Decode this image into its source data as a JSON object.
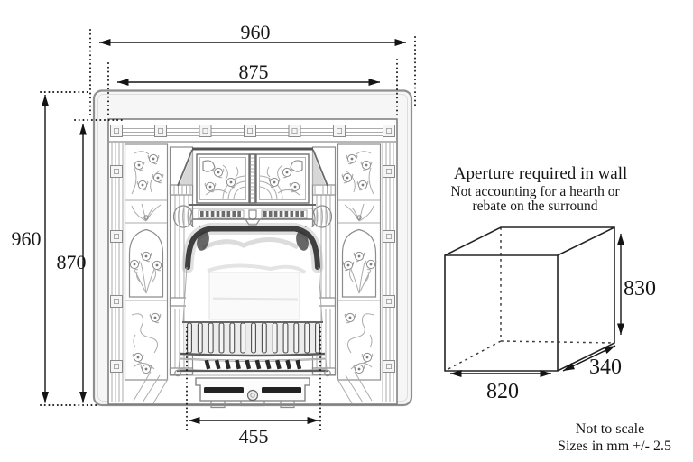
{
  "fireplace_drawing": {
    "dim_overall_width": "960",
    "dim_opening_width": "875",
    "dim_overall_height": "960",
    "dim_opening_height": "870",
    "dim_grate_width": "455"
  },
  "aperture_diagram": {
    "title": "Aperture required in wall",
    "note_line1": "Not accounting for a hearth or",
    "note_line2": "rebate on the surround",
    "dim_height": "830",
    "dim_width": "820",
    "dim_depth": "340"
  },
  "footer": {
    "note_scale": "Not to scale",
    "note_units": "Sizes in mm +/- 2.5"
  },
  "colors": {
    "ink": "#161616",
    "sketch_gray": "#8c8c8c",
    "shadow_dark": "#3a3a3a",
    "background": "#ffffff"
  }
}
